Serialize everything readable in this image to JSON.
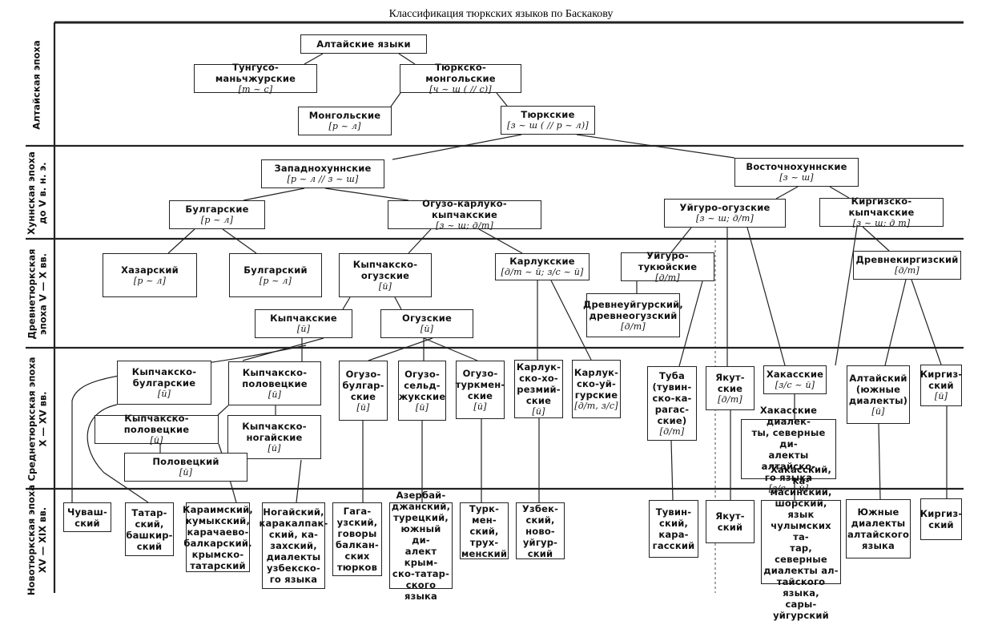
{
  "title": "Классификация тюркских языков по Баскакову",
  "epochs": [
    {
      "label": "Алтайская эпоха"
    },
    {
      "label": "Хуннская эпоха\nдо V в. н. э."
    },
    {
      "label": "Древнетюркская\nэпоха V — X вв."
    },
    {
      "label": "Среднетюркская эпоха\nX — XV вв."
    },
    {
      "label": "Новотюркская эпоха\nXV — XIX вв."
    }
  ],
  "nodes": {
    "altai": {
      "name": "Алтайские языки",
      "f": ""
    },
    "tungus": {
      "name": "Тунгусо-маньчжурские",
      "f": "[т ~ с]"
    },
    "turkmong": {
      "name": "Тюркско-монгольские",
      "f": "[ч ~ ш ( // с)]"
    },
    "mongol": {
      "name": "Монгольские",
      "f": "[р ~ л]"
    },
    "turkic": {
      "name": "Тюркские",
      "f": "[з ~ ш ( // р ~ л)]"
    },
    "westhun": {
      "name": "Западнохуннские",
      "f": "[р ~ л // з ~ ш]"
    },
    "easthun": {
      "name": "Восточнохуннские",
      "f": "[з ~ ш]"
    },
    "bulg_grp": {
      "name": "Булгарские",
      "f": "[р ~ л]"
    },
    "oguz_karl_kyp": {
      "name": "Огузо-карлуко-кыпчакские",
      "f": "[з ~ ш; д/т]"
    },
    "uyg_oguz": {
      "name": "Уйгуро-огузские",
      "f": "[з ~ ш; д/т]"
    },
    "kirg_kyp": {
      "name": "Киргизско-кыпчакские",
      "f": "[з ~ ш; д т]"
    },
    "khazar": {
      "name": "Хазарский",
      "f": "[р ~ л]"
    },
    "bulgar": {
      "name": "Булгарский",
      "f": "[р ~ л]"
    },
    "kyp_oguz": {
      "name": "Кыпчакско-\nогузские",
      "f": "[й]"
    },
    "karluk": {
      "name": "Карлукские",
      "f": "[д/т ~ й; з/с ~ й]"
    },
    "uyg_tuk": {
      "name": "Уйгуро-тукюйские",
      "f": "[д/т]"
    },
    "old_uyg": {
      "name": "Древнеуйгурский,\nдревнеогузский",
      "f": "[д/т]"
    },
    "old_kirg": {
      "name": "Древнекиргизский",
      "f": "[д/т]"
    },
    "kypchak": {
      "name": "Кыпчакские",
      "f": "[й]"
    },
    "oguz": {
      "name": "Огузские",
      "f": "[й]"
    },
    "kyp_bulg": {
      "name": "Кыпчакско-\nбулгарские",
      "f": "[й]"
    },
    "kyp_polov": {
      "name": "Кыпчакско-\nполовецкие",
      "f": "[й]"
    },
    "kyp_polov2": {
      "name": "Кыпчакско-половецкие",
      "f": "[й]"
    },
    "kyp_nogai": {
      "name": "Кыпчакско-\nногайские",
      "f": "[й]"
    },
    "polovets": {
      "name": "Половецкий",
      "f": "[й]"
    },
    "oguz_bulg": {
      "name": "Огузо-\nбулгар-\nские",
      "f": "[й]"
    },
    "oguz_seld": {
      "name": "Огузо-\nсельд-\nжукские",
      "f": "[й]"
    },
    "oguz_turkm": {
      "name": "Огузо-\nтуркмен-\nские",
      "f": "[й]"
    },
    "karl_khor": {
      "name": "Карлук-\nско-хо-\nрезмий-\nские",
      "f": "[й]"
    },
    "karl_uyg": {
      "name": "Карлук-\nско-уй-\nгурские",
      "f": "[д/т, з/с]"
    },
    "tuba": {
      "name": "Туба\n(тувин-\nско-ка-\nрагас-\nские)",
      "f": "[д/т]"
    },
    "yakut_grp": {
      "name": "Якут-\nские",
      "f": "[д/т]"
    },
    "khakas_grp": {
      "name": "Хакасские",
      "f": "[з/с ~ й]"
    },
    "khakas_dial": {
      "name": "Хакасские диалек-\nты, северные ди-\nалекты алтайско-\nго языка",
      "f": "[з/с ~ й]"
    },
    "altai_south": {
      "name": "Алтайский\n(южные\nдиалекты)",
      "f": "[й]"
    },
    "kirg_grp": {
      "name": "Киргиз-\nский",
      "f": "[й]"
    },
    "chuvash": {
      "name": "Чуваш-\nский",
      "f": ""
    },
    "tatar": {
      "name": "Татар-\nский,\nбашкир-\nский",
      "f": ""
    },
    "karaim": {
      "name": "Караимский,\nкумыкский,\nкарачаево-\nбалкарский.\nкрымско-\nтатарский",
      "f": ""
    },
    "nogai": {
      "name": "Ногайский,\nкаракалпак-\nский, ка-\nзахский,\nдиалекты\nузбекско-\nго языка",
      "f": ""
    },
    "gagauz": {
      "name": "Гага-\nузский,\nговоры\nбалкан-\nских\nтюрков",
      "f": ""
    },
    "azer": {
      "name": "Азербай-\nджанский,\nтурецкий,\nюжный ди-\nалект крым-\nско-татар-\nского языка",
      "f": ""
    },
    "turkmen": {
      "name": "Турк-\nмен-\nский,\nтрух-\nменский",
      "f": ""
    },
    "uzbek": {
      "name": "Узбек-\nский,\nново-\nуйгур-\nский",
      "f": ""
    },
    "tuvin": {
      "name": "Тувин-\nский,\nкара-\nгасский",
      "f": ""
    },
    "yakut": {
      "name": "Якут-\nский",
      "f": ""
    },
    "khakas": {
      "name": "Хакасский, ка-\nмасинский,\nшорский, язык\nчулымских та-\nтар, северные\nдиалекты ал-\nтайского языка,\nсары-уйгурский",
      "f": ""
    },
    "altai_s_modern": {
      "name": "Южные\nдиалекты\nалтайского\nязыка",
      "f": ""
    },
    "kirgiz": {
      "name": "Киргиз-\nский",
      "f": ""
    }
  }
}
